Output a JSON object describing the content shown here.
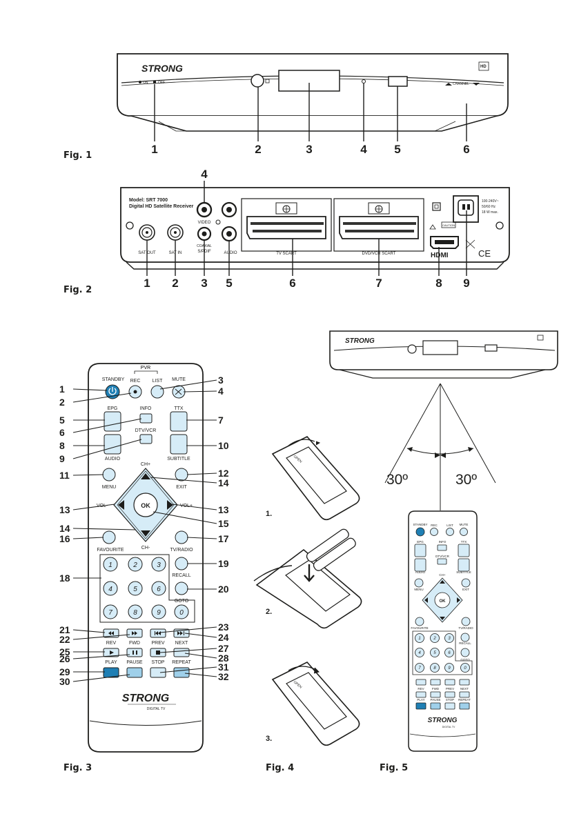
{
  "brand": "STRONG",
  "colors": {
    "accent": "#1f7fb4",
    "light": "#9fd0ea",
    "pale": "#d6ecf7",
    "ink": "#1d1d1b"
  },
  "fig1": {
    "caption": "Fig. 1",
    "on_label": "ON",
    "off_label": "OFF",
    "channel_label": "CHANNEL",
    "hd_badge": "HD",
    "callouts": [
      "1",
      "2",
      "3",
      "4",
      "5",
      "6"
    ]
  },
  "fig2": {
    "caption": "Fig. 2",
    "model_line1": "Model: SRT 7000",
    "model_line2": "Digital HD Satellite Receiver",
    "sat_out": "SAT OUT",
    "sat_in": "SAT IN",
    "video": "VIDEO",
    "coaxial": "COAXIAL",
    "spdif": "S/PDIF",
    "audio": "AUDIO",
    "tv_scart": "TV SCART",
    "dvd_scart": "DVD/VCR SCART",
    "caution": "CAUTION",
    "hdmi": "HDMI",
    "ce": "CE",
    "power1": "100-240V~",
    "power2": "50/60 Hz",
    "power3": "18 W max.",
    "callouts_top": "4",
    "callouts": [
      "1",
      "2",
      "3",
      "5",
      "6",
      "7",
      "8",
      "9"
    ]
  },
  "fig3": {
    "caption": "Fig. 3",
    "digital_tv": "DIGITAL TV",
    "keys": {
      "pvr": "PVR",
      "standby": "STANDBY",
      "rec": "REC",
      "list": "LIST",
      "mute": "MUTE",
      "epg": "EPG",
      "info": "INFO",
      "ttx": "TTX",
      "audio": "AUDIO",
      "dtv_vcr": "DTV/VCR",
      "subtitle": "SUBTITLE",
      "ch_plus": "CH+",
      "ch_minus": "CH-",
      "menu": "MENU",
      "exit": "EXIT",
      "vol_minus": "VOL-",
      "vol_plus": "VOL+",
      "ok": "OK",
      "favourite": "FAVOURITE",
      "tv_radio": "TV/RADIO",
      "recall": "RECALL",
      "goto": "GOTO",
      "rev": "REV",
      "fwd": "FWD",
      "prev": "PREV",
      "next": "NEXT",
      "play": "PLAY",
      "pause": "PAUSE",
      "stop": "STOP",
      "repeat": "REPEAT"
    },
    "digits": [
      "1",
      "2",
      "3",
      "4",
      "5",
      "6",
      "7",
      "8",
      "9",
      "0"
    ],
    "callouts_left": [
      "1",
      "2",
      "5",
      "6",
      "8",
      "9",
      "11",
      "13",
      "14",
      "16",
      "18",
      "21",
      "22",
      "25",
      "26",
      "29",
      "30"
    ],
    "callouts_right": [
      "3",
      "4",
      "7",
      "10",
      "12",
      "14",
      "13",
      "15",
      "17",
      "19",
      "20",
      "23",
      "24",
      "27",
      "28",
      "31",
      "32"
    ]
  },
  "fig4": {
    "caption": "Fig. 4",
    "steps": [
      "1.",
      "2.",
      "3."
    ],
    "open_label": "OPEN"
  },
  "fig5": {
    "caption": "Fig. 5",
    "angle_left": "30º",
    "angle_right": "30º"
  }
}
